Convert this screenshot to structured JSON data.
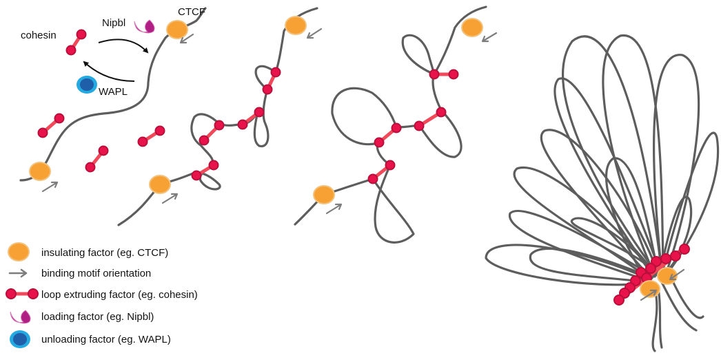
{
  "labels": {
    "cohesin": "cohesin",
    "nipbl": "Nipbl",
    "ctcf": "CTCF",
    "wapl": "WAPL"
  },
  "legend": [
    {
      "icon": "insulator",
      "text": "insulating factor (eg. CTCF)"
    },
    {
      "icon": "motif",
      "text": "binding motif orientation"
    },
    {
      "icon": "extruder",
      "text": "loop extruding factor (eg. cohesin)"
    },
    {
      "icon": "loader",
      "text": "loading factor (eg. Nipbl)"
    },
    {
      "icon": "unloader",
      "text": "unloading factor (eg. WAPL)"
    }
  ],
  "colors": {
    "chromatin": "#5d5d5d",
    "cohesin_ring": "#e8134a",
    "cohesin_link": "#f04a5a",
    "ctcf": "#f7a033",
    "ctcf_edge": "#f3c27d",
    "arrow": "#7d7d7d",
    "nipbl": "#b01f84",
    "wapl_outer": "#24a9e1",
    "wapl_inner": "#1f5ea8"
  }
}
